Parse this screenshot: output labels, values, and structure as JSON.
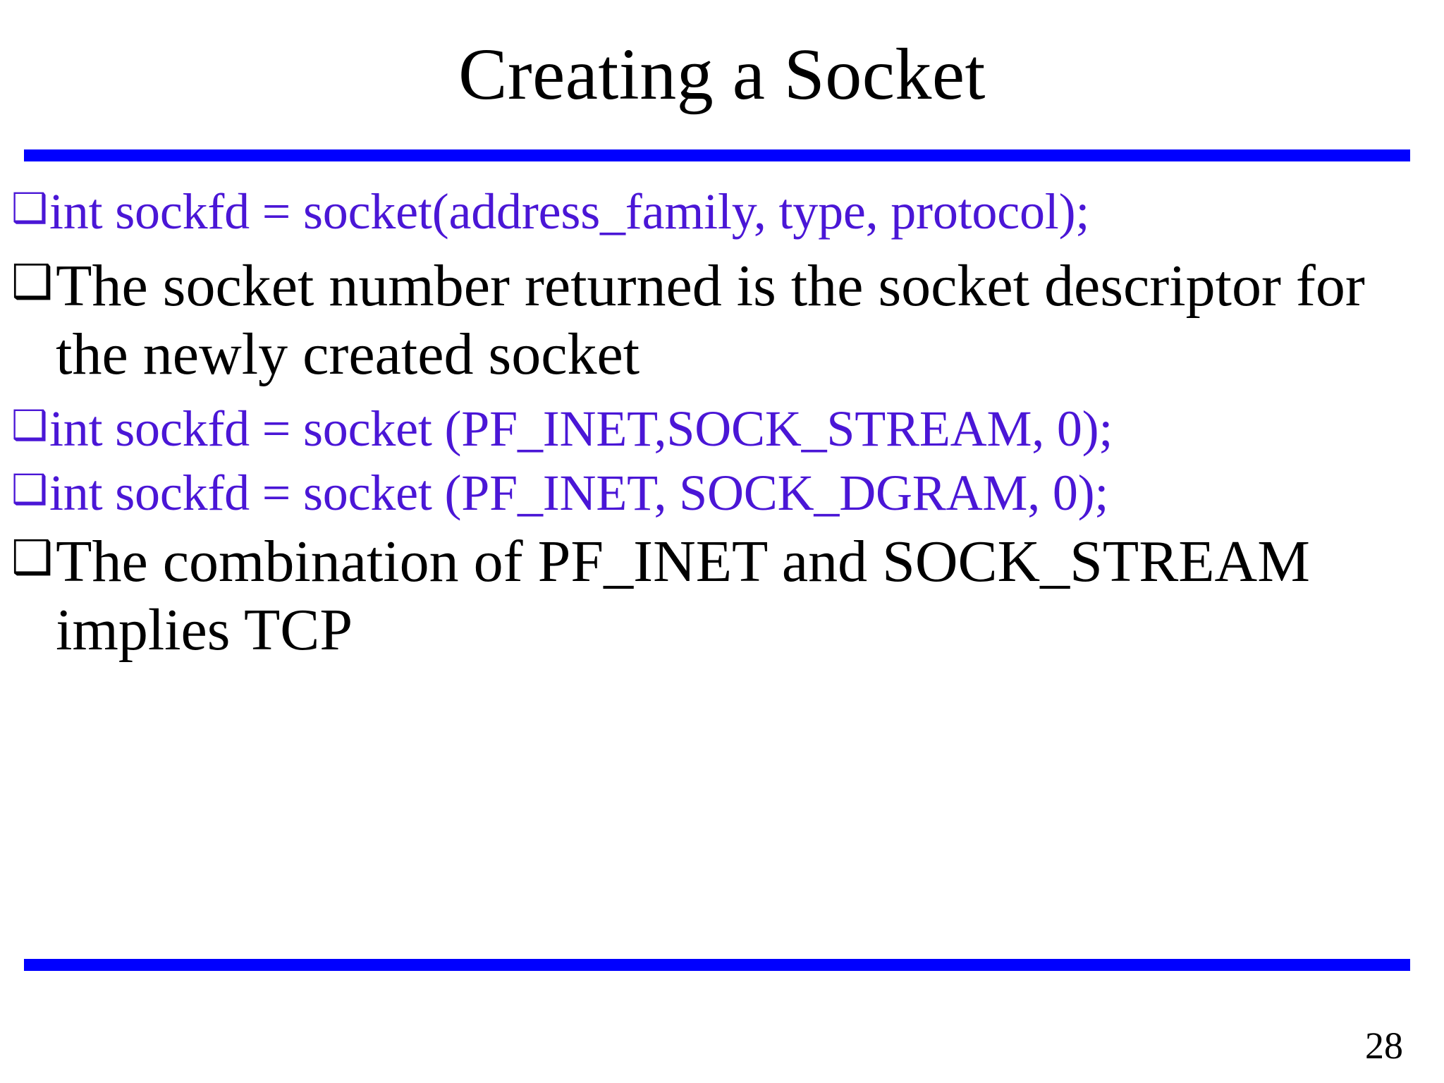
{
  "slide": {
    "title": "Creating a Socket",
    "page_number": "28",
    "bullet_glyph": "❑",
    "colors": {
      "rule": "#0000FF",
      "code_text": "#4A16D6",
      "prose_text": "#000000",
      "background": "#FFFFFF"
    },
    "bullets": [
      {
        "style": "code",
        "text": "int sockfd = socket(address_family, type, protocol);"
      },
      {
        "style": "prose",
        "text": "The socket number returned is the socket descriptor for the newly created socket"
      },
      {
        "style": "code",
        "text": "int sockfd = socket (PF_INET,SOCK_STREAM, 0);"
      },
      {
        "style": "code",
        "text": "int sockfd = socket (PF_INET, SOCK_DGRAM, 0);"
      },
      {
        "style": "prose",
        "text": "The combination of PF_INET and SOCK_STREAM implies TCP"
      }
    ]
  }
}
